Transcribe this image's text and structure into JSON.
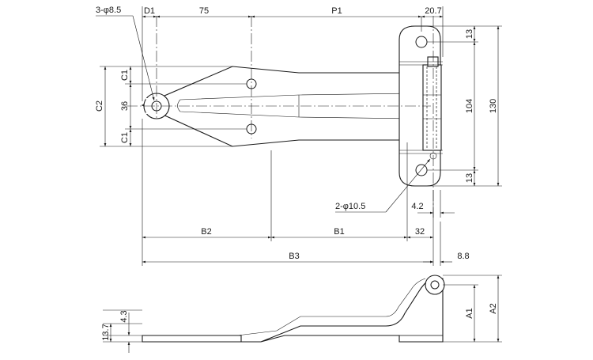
{
  "dimensions": {
    "holes_small": "3-φ8.5",
    "d1": "D1",
    "d75": "75",
    "p1": "P1",
    "d20_7": "20.7",
    "d13_top": "13",
    "d104": "104",
    "d130": "130",
    "d13_bottom": "13",
    "c1_top": "C1",
    "c2": "C2",
    "d36": "36",
    "c1_bottom": "C1",
    "holes_large": "2-φ10.5",
    "d4_2": "4.2",
    "b2": "B2",
    "b1": "B1",
    "d32": "32",
    "b3": "B3",
    "d8_8": "8.8",
    "d4_3": "4.3",
    "d13_7": "13.7",
    "a1": "A1",
    "a2": "A2"
  }
}
